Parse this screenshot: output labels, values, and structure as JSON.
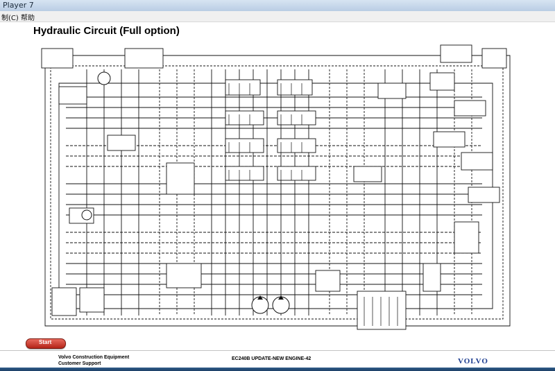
{
  "window": {
    "title": "Player 7"
  },
  "menu": {
    "items": [
      "制(C)",
      "帮助"
    ]
  },
  "page": {
    "title": "Hydraulic Circuit (Full option)"
  },
  "controls": {
    "start_label": "Start"
  },
  "footer": {
    "company_line1": "Volvo Construction Equipment",
    "company_line2": "Customer Support",
    "doc_title": "EC240B UPDATE-NEW ENGINE-42",
    "logo_text": "VOLVO"
  },
  "colors": {
    "start_button": "#c8352a",
    "logo": "#1a3b8f",
    "line": "#111111"
  }
}
